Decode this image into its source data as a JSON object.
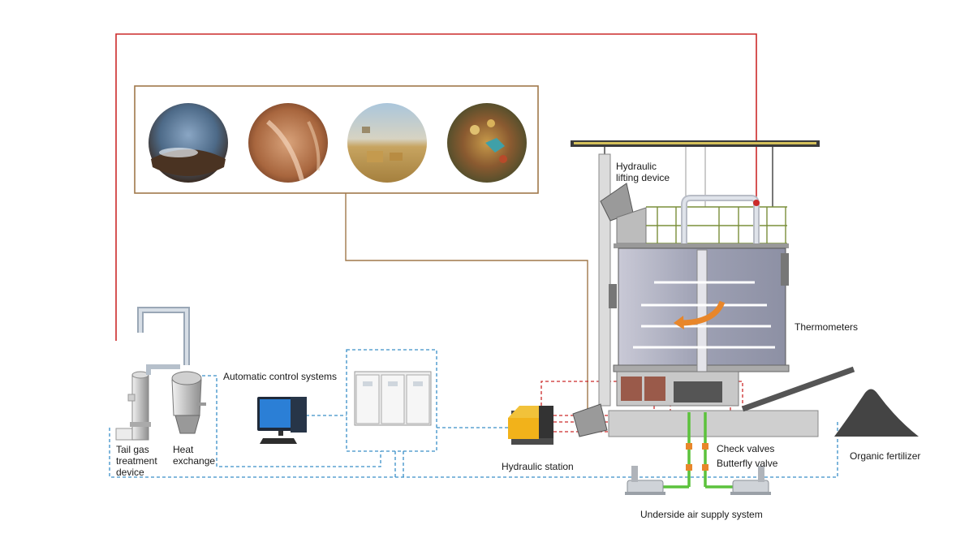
{
  "labels": {
    "hydraulic_lifting_device": "Hydraulic\nlifting device",
    "thermometers": "Thermometers",
    "automatic_control_systems": "Automatic control systems",
    "tail_gas_treatment": "Tail gas\ntreatment\ndevice",
    "heat_exchange": "Heat\nexchange",
    "hydraulic_station": "Hydraulic station",
    "check_valves": "Check valves",
    "butterfly_valve": "Butterfly valve",
    "organic_fertilizer": "Organic fertilizer",
    "underside_air_supply": "Underside air supply system"
  },
  "raw_materials": [
    "manure-steam-photo",
    "muddy-field-photo",
    "straw-bales-photo",
    "kitchen-waste-photo"
  ],
  "colors": {
    "red_line": "#cc2a2a",
    "brown_line": "#a0784a",
    "blue_dash": "#3a8fc8",
    "green_pipe": "#5cc23c",
    "orange_arrow": "#e8862a",
    "hydraulic_station": "#f2b21a",
    "monitor": "#2b7fd6",
    "fertilizer": "#444444"
  }
}
